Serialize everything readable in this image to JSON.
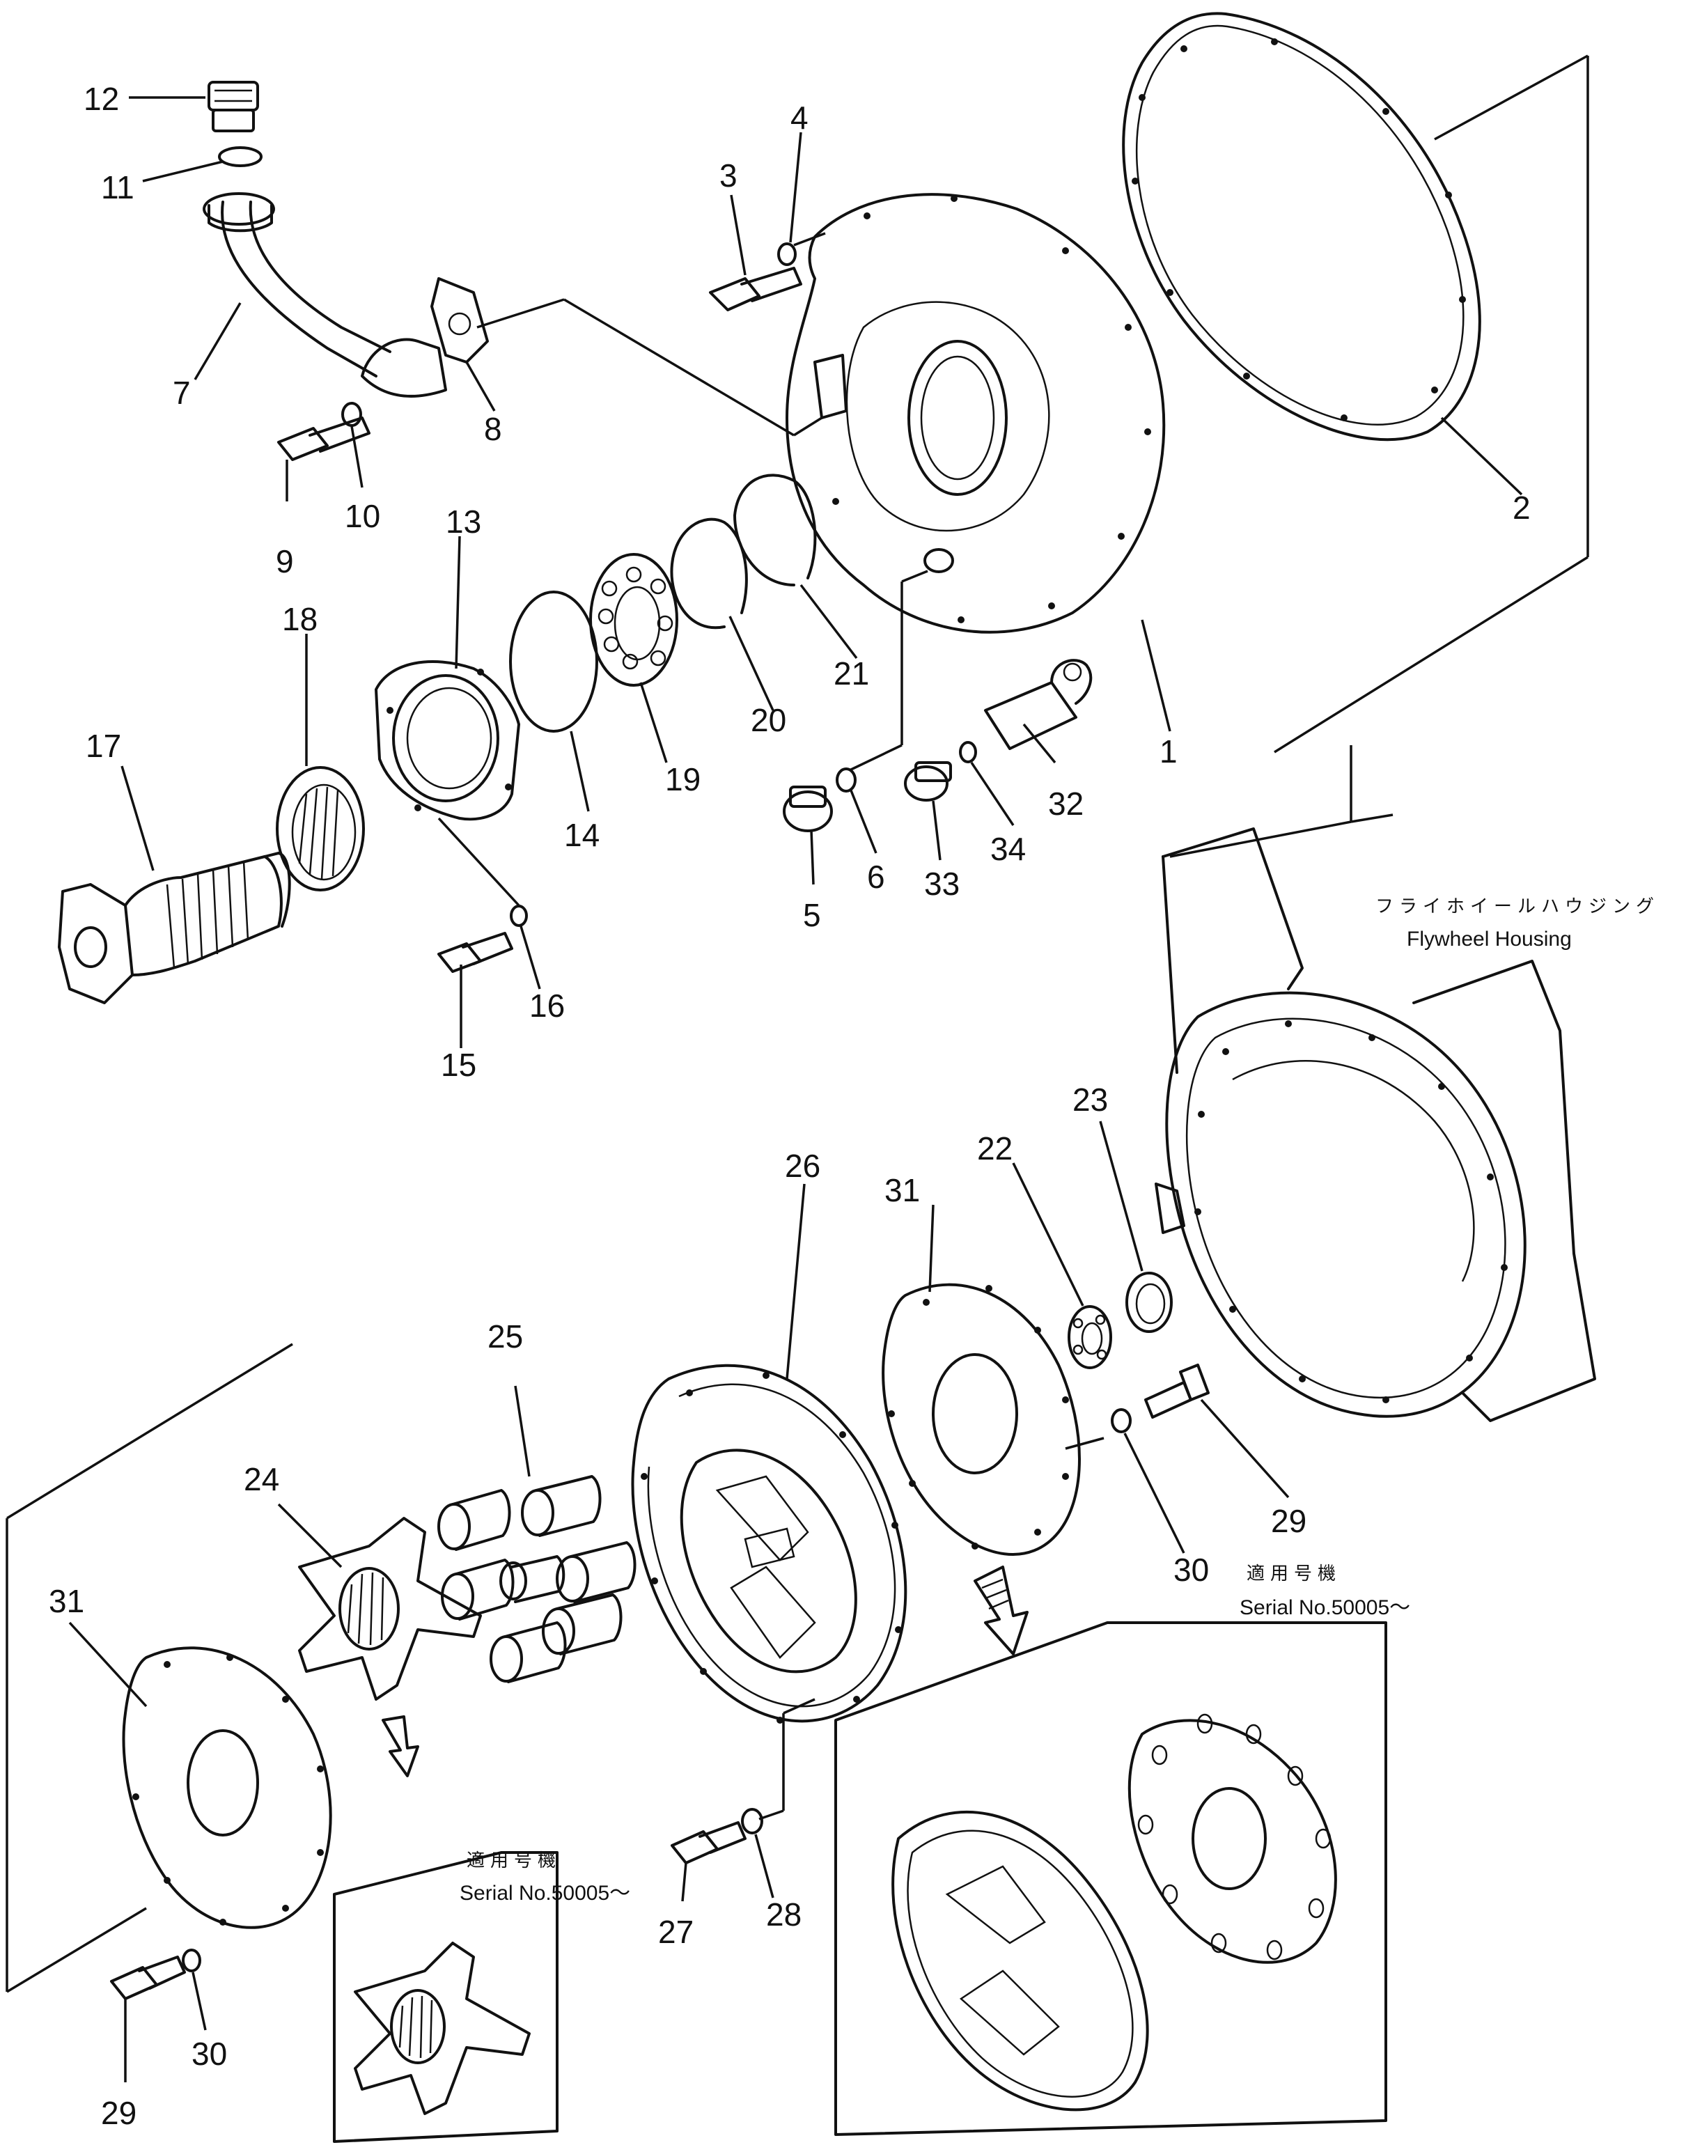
{
  "labels": {
    "p1": "1",
    "p2": "2",
    "p3": "3",
    "p4": "4",
    "p5": "5",
    "p6": "6",
    "p7": "7",
    "p8": "8",
    "p9": "9",
    "p10": "10",
    "p11": "11",
    "p12": "12",
    "p13": "13",
    "p14": "14",
    "p15": "15",
    "p16": "16",
    "p17": "17",
    "p18": "18",
    "p19": "19",
    "p20": "20",
    "p21": "21",
    "p22": "22",
    "p23": "23",
    "p24": "24",
    "p25": "25",
    "p26": "26",
    "p27": "27",
    "p28": "28",
    "p29a": "29",
    "p29b": "29",
    "p30a": "30",
    "p30b": "30",
    "p31a": "31",
    "p31b": "31",
    "p32": "32",
    "p33": "33",
    "p34": "34"
  },
  "notes": {
    "housing_jp": "フライホイールハウジング",
    "housing_en": "Flywheel Housing",
    "serial_jp_right": "適用号機",
    "serial_en_right": "Serial No.50005～",
    "serial_jp_left": "適用号機",
    "serial_en_left": "Serial No.50005～"
  }
}
